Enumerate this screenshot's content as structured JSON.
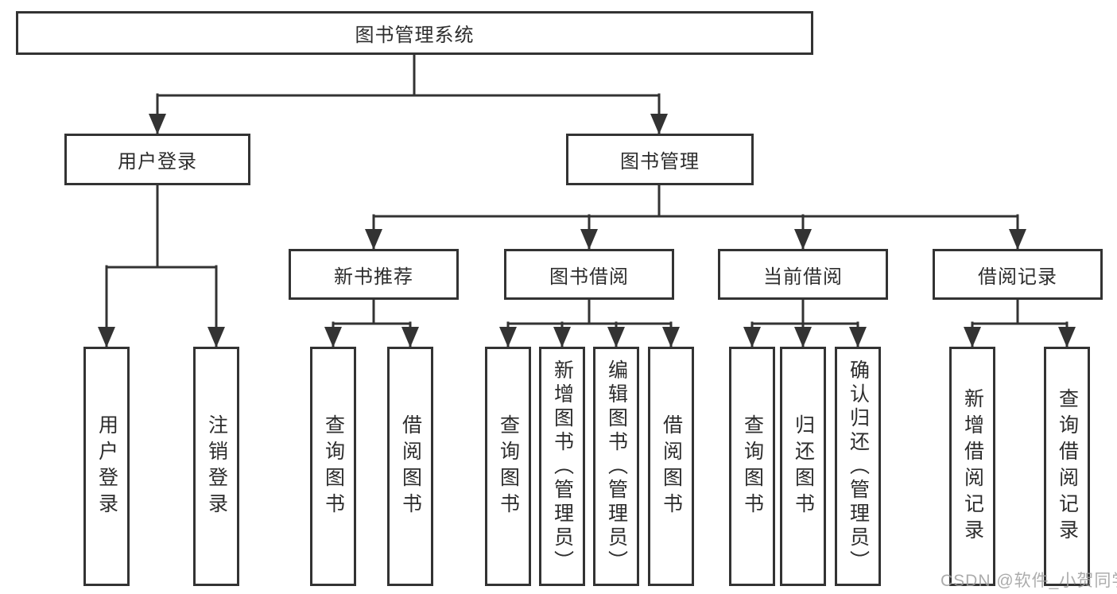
{
  "diagram_title": "图书管理系统",
  "watermark": "CSDN @软件_小贺同学",
  "colors": {
    "line": "#333333",
    "text": "#2d2d2d",
    "background": "#ffffff",
    "watermark": "#9e9e9e"
  },
  "tree": {
    "root": "图书管理系统",
    "branches": [
      {
        "label": "用户登录",
        "children": [
          "用户登录",
          "注销登录"
        ]
      },
      {
        "label": "图书管理",
        "groups": [
          {
            "label": "新书推荐",
            "children": [
              "查询图书",
              "借阅图书"
            ]
          },
          {
            "label": "图书借阅",
            "children": [
              "查询图书",
              "新增图书（管理员）",
              "编辑图书（管理员）",
              "借阅图书"
            ]
          },
          {
            "label": "当前借阅",
            "children": [
              "查询图书",
              "归还图书",
              "确认归还（管理员）"
            ]
          },
          {
            "label": "借阅记录",
            "children": [
              "新增借阅记录",
              "查询借阅记录"
            ]
          }
        ]
      }
    ]
  }
}
